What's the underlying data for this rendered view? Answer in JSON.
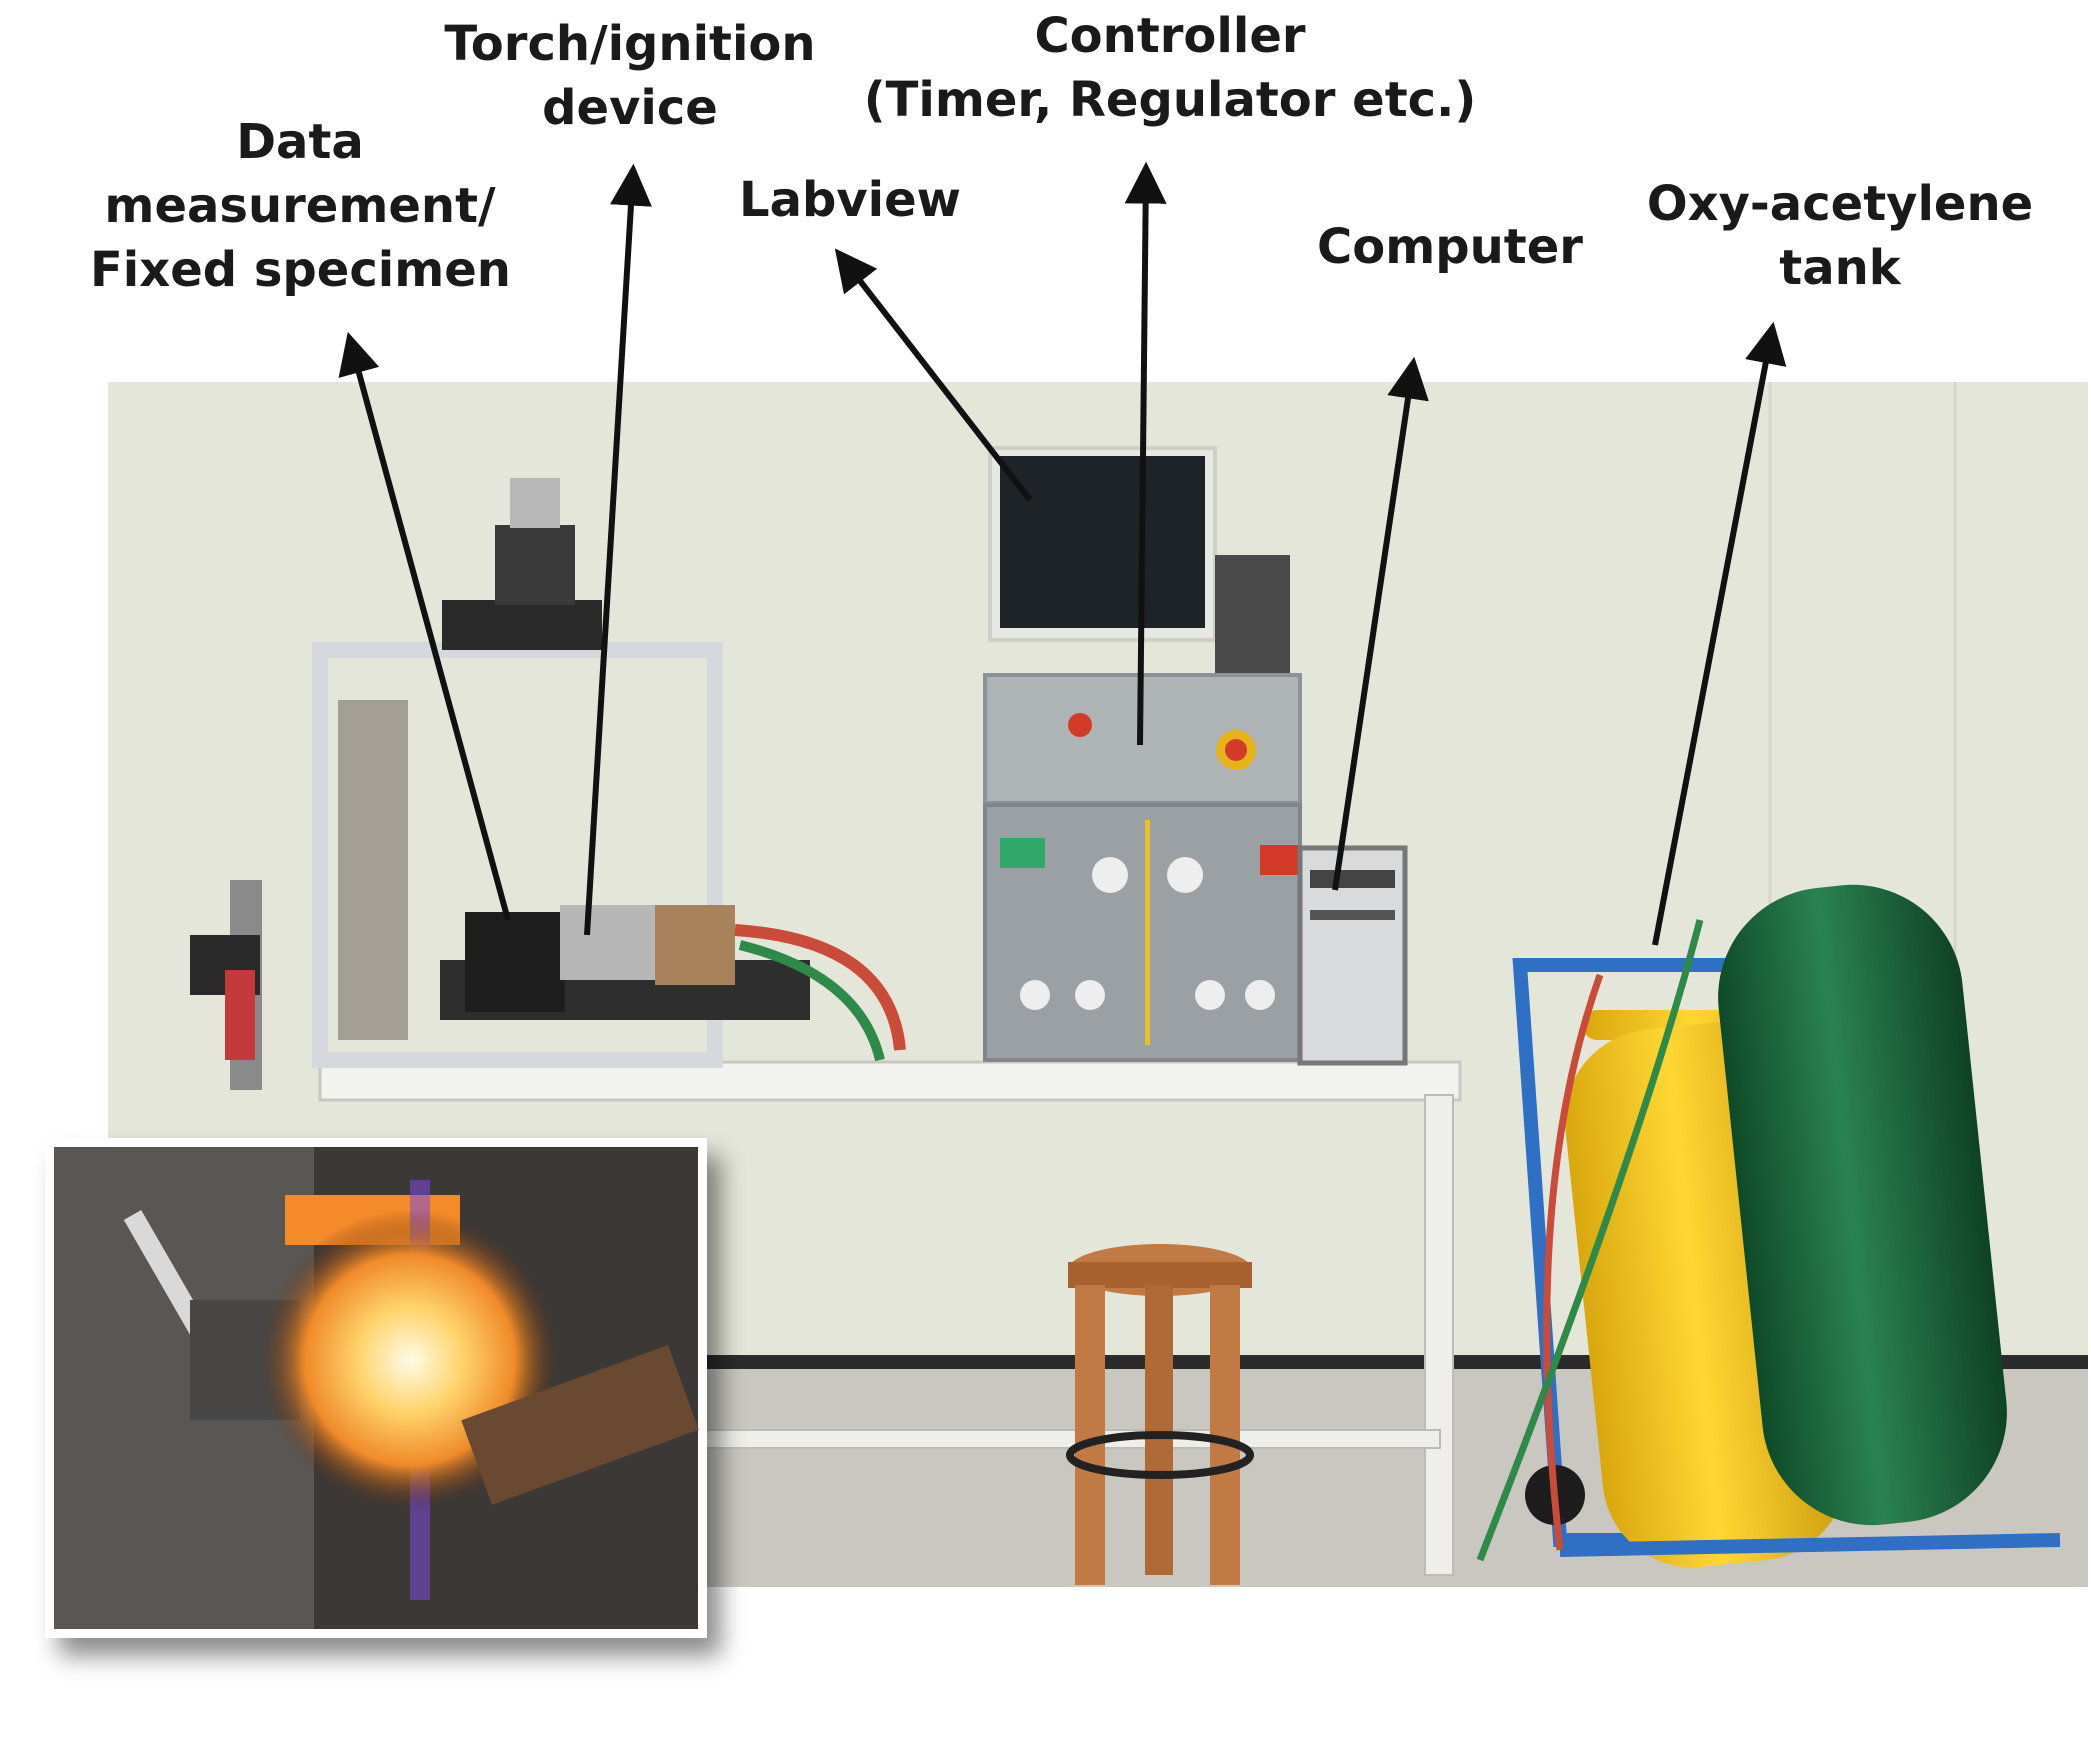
{
  "labels": {
    "data_measurement": [
      "Data",
      "measurement/",
      "Fixed specimen"
    ],
    "torch": [
      "Torch/ignition",
      "device"
    ],
    "labview": [
      "Labview"
    ],
    "controller": [
      "Controller",
      "(Timer, Regulator etc.)"
    ],
    "computer": [
      "Computer"
    ],
    "tank": [
      "Oxy-acetylene",
      "tank"
    ]
  },
  "colors": {
    "wall": "#e4e6da",
    "floor": "#c9c7c0",
    "table": "#f2f2ee",
    "monitor": "#1d2326",
    "cabinet": "#9aa0a3",
    "yellow_tank": "#f3c51b",
    "green_tank": "#1f6b3e",
    "cart": "#2f6fc4",
    "stool": "#c17a43",
    "flame": "#ffb14a"
  }
}
